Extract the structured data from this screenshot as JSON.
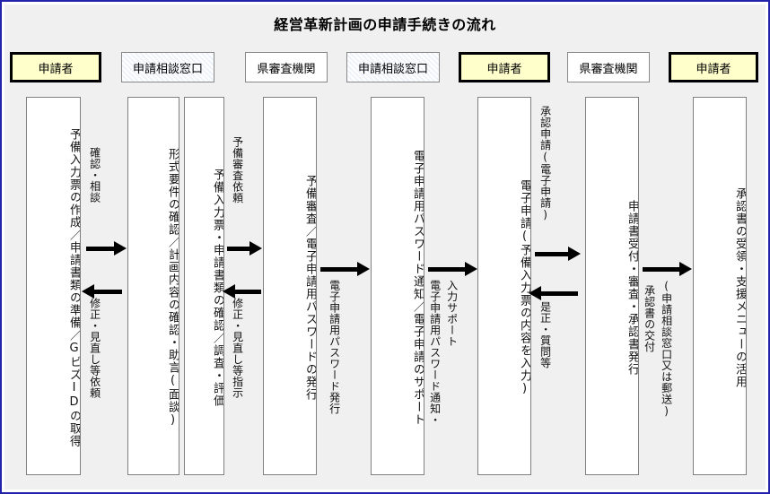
{
  "diagram": {
    "title": "経営革新計画の申請手続きの流れ",
    "frame_color": "#2222aa",
    "applicant_fill": "#ffffcc",
    "background": "#f0f0f0"
  },
  "roles": [
    {
      "label": "申請者",
      "type": "applicant"
    },
    {
      "label": "申請相談窓口",
      "type": "counter"
    },
    {
      "label": "県審査機関",
      "type": "agency"
    },
    {
      "label": "申請相談窓口",
      "type": "counter"
    },
    {
      "label": "申請者",
      "type": "applicant"
    },
    {
      "label": "県審査機関",
      "type": "agency"
    },
    {
      "label": "申請者",
      "type": "applicant"
    }
  ],
  "columns": [
    {
      "text": "予備入力票の作成／申請書類の準備／GビズIDの取得"
    },
    {
      "text": "形式要件の確認／計画内容の確認・助言(面談)"
    },
    {
      "text": "予備入力票・申請書類の確認／調査・評価"
    },
    {
      "text": "予備審査／電子申請用パスワードの発行"
    },
    {
      "text": "電子申請用パスワード通知／電子申請のサポート"
    },
    {
      "text": "電子申請(予備入力票の内容を入力)"
    },
    {
      "text": "申請書受付・審査・承認書発行"
    },
    {
      "text": "承認書の受領・支援メニューの活用"
    }
  ],
  "arrow_captions": [
    {
      "text": "確認・相談"
    },
    {
      "text": "修正・見直し等依頼"
    },
    {
      "text": "予備審査依頼"
    },
    {
      "text": "修正・見直し等指示"
    },
    {
      "text": "電子申請用パスワード発行"
    },
    {
      "text": "入力サポート"
    },
    {
      "text": "電子申請用パスワード通知・"
    },
    {
      "text": "承認申請(電子申請)"
    },
    {
      "text": "是正・質問等"
    },
    {
      "text": "(申請相談窓口又は郵送)"
    },
    {
      "text": "承認書の交付"
    }
  ]
}
